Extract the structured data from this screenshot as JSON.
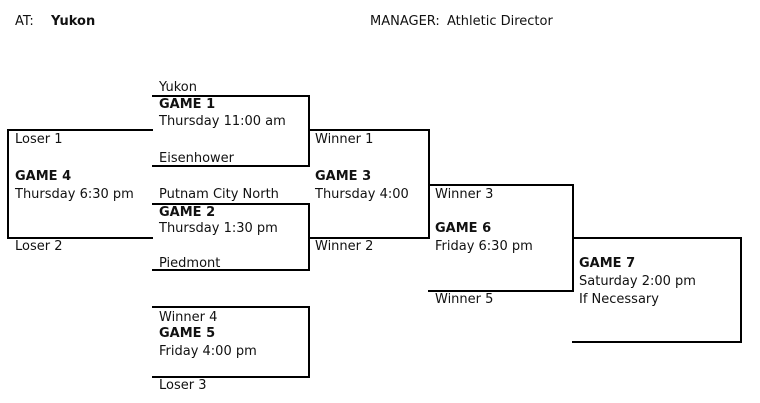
{
  "header": {
    "at_label": "AT:",
    "at_value": "Yukon",
    "manager_label": "MANAGER:",
    "manager_value": "Athletic Director"
  },
  "game1": {
    "team_top": "Yukon",
    "title": "GAME 1",
    "time": "Thursday 11:00 am",
    "team_bottom": "Eisenhower"
  },
  "game2": {
    "team_top": "Putnam City North",
    "title": "GAME 2",
    "time": "Thursday  1:30 pm",
    "team_bottom": "Piedmont"
  },
  "game3": {
    "team_top": "Winner 1",
    "title": "GAME 3",
    "time": "Thursday 4:00",
    "team_bottom": "Winner 2"
  },
  "game4": {
    "team_top": "Loser 1",
    "title": "GAME 4",
    "time": "Thursday 6:30 pm",
    "team_bottom": "Loser 2"
  },
  "game5": {
    "team_top": "Winner 4",
    "title": "GAME 5",
    "time": "Friday 4:00 pm",
    "team_bottom": "Loser 3"
  },
  "game6": {
    "team_top": "Winner 3",
    "title": "GAME 6",
    "time": "Friday 6:30 pm",
    "team_bottom": "Winner 5"
  },
  "game7": {
    "title": "GAME 7",
    "time": "Saturday  2:00 pm",
    "note": "If  Necessary"
  }
}
